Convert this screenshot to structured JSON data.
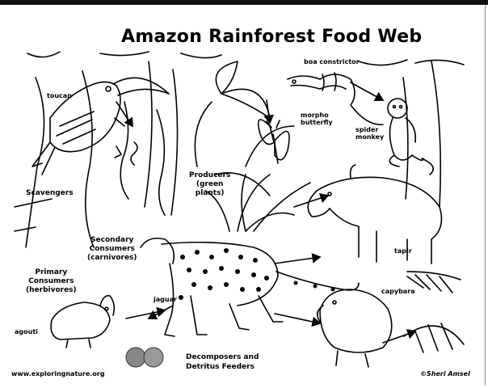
{
  "title": "Amazon Rainforest Food Web",
  "labels": {
    "toucan": "toucan",
    "boa_constrictor": "boa constrictor",
    "morpho_butterfly": [
      "morpho",
      "butterfly"
    ],
    "spider_monkey": [
      "spider",
      "monkey"
    ],
    "scavengers": "Scavengers",
    "producers": [
      "Producers",
      "(green",
      "plants)"
    ],
    "secondary_consumers": [
      "Secondary",
      "Consumers",
      "(carnivores)"
    ],
    "primary_consumers": [
      "Primary",
      "Consumers",
      "(herbivores)"
    ],
    "tapir": "tapir",
    "capybara": "capybara",
    "jaguar": "jaguar",
    "agouti": "agouti",
    "decomposers": [
      "Decomposers and",
      "Detritus Feeders"
    ],
    "website": "www.exploringnature.org",
    "credit": "©Sheri Amsel"
  },
  "colors": {
    "ink": "#000000",
    "paper": "#ffffff",
    "badge": "#888888"
  },
  "icons": [
    "decomposer-badge-icon"
  ]
}
